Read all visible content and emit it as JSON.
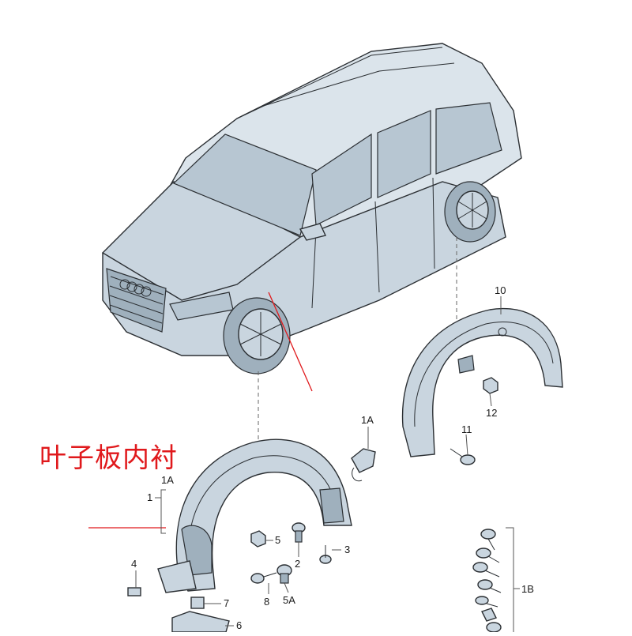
{
  "caption": "叶子板内衬",
  "labels": {
    "p1": "1",
    "p1a_left": "1A",
    "p1a_top": "1A",
    "p1b": "1B",
    "p2": "2",
    "p3": "3",
    "p4": "4",
    "p5": "5",
    "p5a": "5A",
    "p6": "6",
    "p7": "7",
    "p8": "8",
    "p10": "10",
    "p11": "11",
    "p12": "12"
  },
  "colors": {
    "caption": "#e0191c",
    "part_fill": "#c9d5df",
    "line": "#2b2f33"
  }
}
